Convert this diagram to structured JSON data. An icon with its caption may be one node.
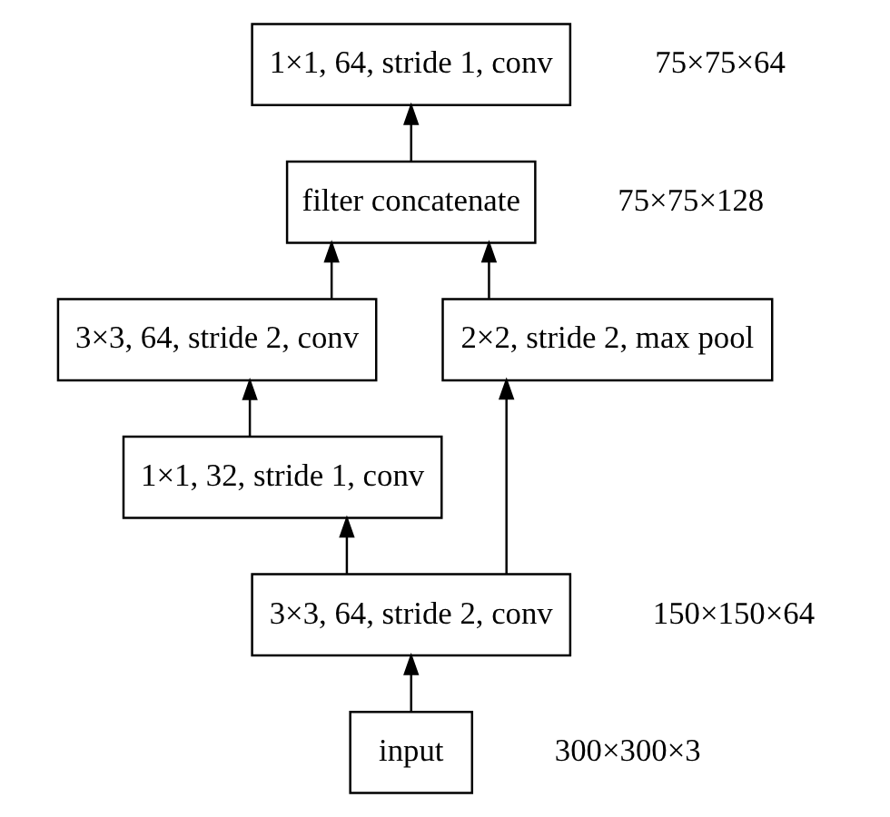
{
  "diagram": {
    "nodes": [
      {
        "text": [
          "1×1, 64, stride 1, conv"
        ],
        "beside": [
          "75×75×64"
        ]
      },
      {
        "text": [
          "filter concatenate"
        ],
        "beside": [
          "75×75×128"
        ]
      },
      {
        "text": [
          "3×3, 64, stride 2, conv"
        ]
      },
      {
        "text": [
          "1×1, 32, stride 1, conv"
        ]
      },
      {
        "text": [
          "2×2, stride 2, max pool"
        ]
      },
      {
        "text": [
          "3×3, 64, stride 2, conv"
        ],
        "beside": [
          "150×150×64"
        ]
      },
      {
        "text": [
          "input"
        ],
        "beside": [
          "300×300×3"
        ]
      }
    ],
    "edges": [
      {
        "from": 6,
        "to": 5,
        "arrow": "to"
      },
      {
        "from": 5,
        "to": 3,
        "arrow": "to"
      },
      {
        "from": 5,
        "to": 4,
        "arrow": "to"
      },
      {
        "from": 3,
        "to": 2,
        "arrow": "to"
      },
      {
        "from": 2,
        "to": 1,
        "arrow": "to"
      },
      {
        "from": 4,
        "to": 1,
        "arrow": "to"
      },
      {
        "from": 1,
        "to": 0,
        "arrow": "to"
      }
    ]
  }
}
